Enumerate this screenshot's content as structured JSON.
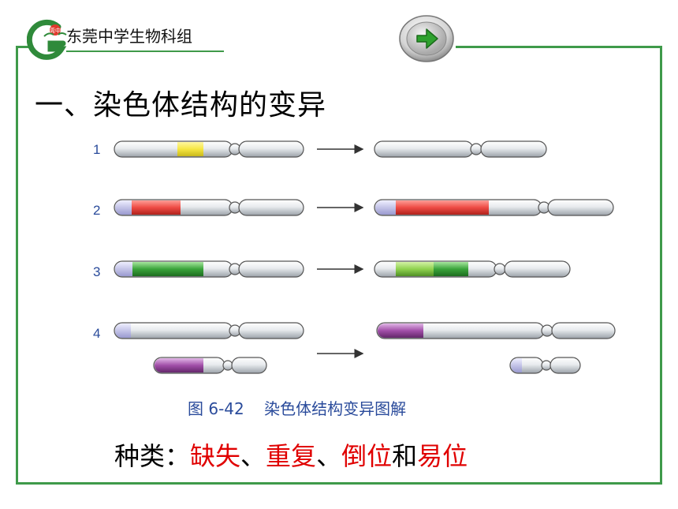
{
  "header": {
    "school_name": "东莞中学生物科组",
    "logo_badge_text": "莞中"
  },
  "nav": {
    "next_icon": "arrow-right-icon"
  },
  "title": "一、染色体结构的变异",
  "figure": {
    "rows": [
      {
        "label": "1",
        "segment_color": "#f5e642"
      },
      {
        "label": "2",
        "segment_color": "#ee4b45"
      },
      {
        "label": "3",
        "segment_color": "#3aa33a"
      },
      {
        "label": "4",
        "segment_color": "#a14fa8"
      }
    ],
    "caption": "图 6-42    染色体结构变异图解"
  },
  "types": {
    "prefix": "种类：",
    "deletion": "缺失",
    "sep1": "、",
    "duplication": "重复",
    "sep2": "、",
    "inversion": "倒位",
    "and": "和",
    "translocation": "易位"
  },
  "colors": {
    "frame": "#3f9a4a",
    "highlight_text": "#e00000",
    "figure_label": "#2a4b9b"
  }
}
